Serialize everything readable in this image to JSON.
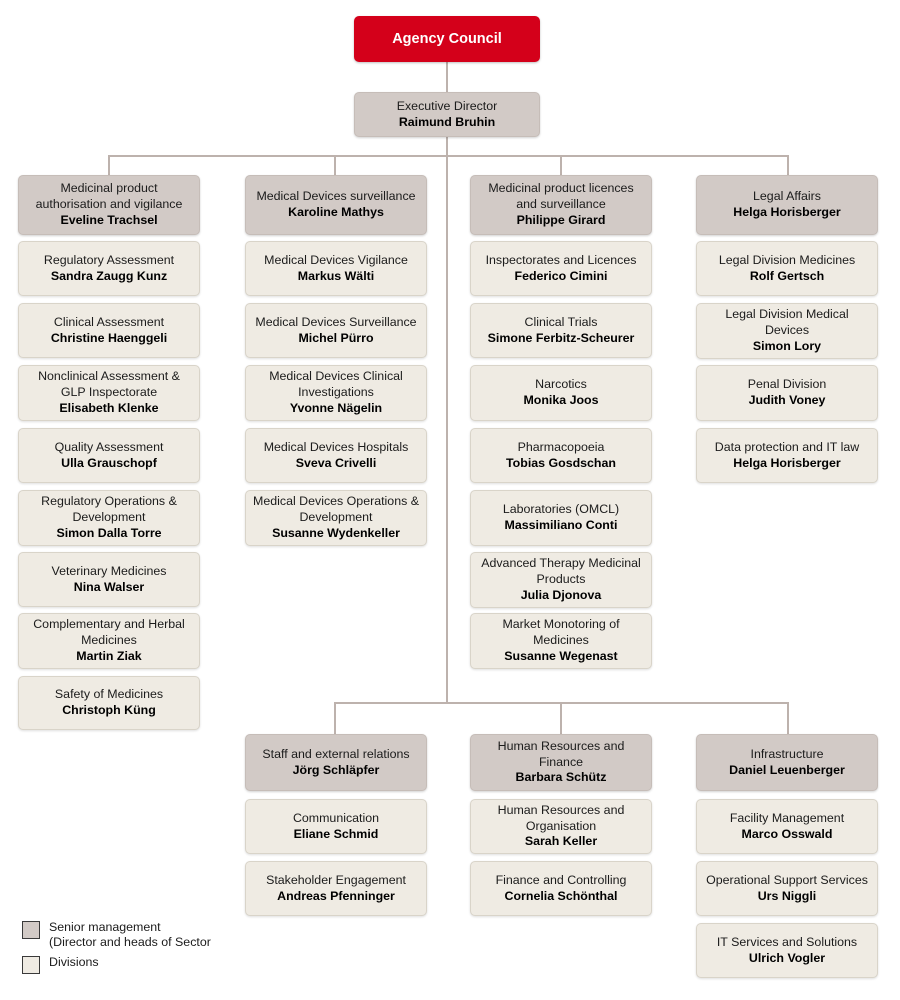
{
  "root": {
    "unit": "Agency Council",
    "person": ""
  },
  "executive": {
    "unit": "Executive Director",
    "person": "Raimund Bruhin"
  },
  "legend": {
    "senior_line1": "Senior management",
    "senior_line2": "(Director and heads of Sector",
    "divisions": "Divisions"
  },
  "colors": {
    "root_red": "#d4001a",
    "senior_grey": "#d2cac6",
    "division_cream": "#efebe3",
    "connector": "#bdb2ad"
  },
  "columns": [
    {
      "id": "medicinal-product-authorisation-and-vigilance",
      "head": {
        "unit": "Medicinal product authorisation and vigilance",
        "person": "Eveline Trachsel"
      },
      "divisions": [
        {
          "unit": "Regulatory Assessment",
          "person": "Sandra Zaugg Kunz"
        },
        {
          "unit": "Clinical Assessment",
          "person": "Christine Haenggeli"
        },
        {
          "unit": "Nonclinical Assessment & GLP Inspectorate",
          "person": "Elisabeth Klenke"
        },
        {
          "unit": "Quality Assessment",
          "person": "Ulla Grauschopf"
        },
        {
          "unit": "Regulatory Operations & Development",
          "person": "Simon Dalla Torre"
        },
        {
          "unit": "Veterinary Medicines",
          "person": "Nina Walser"
        },
        {
          "unit": "Complementary and Herbal Medicines",
          "person": "Martin Ziak"
        },
        {
          "unit": "Safety of Medicines",
          "person": "Christoph Küng"
        }
      ]
    },
    {
      "id": "medical-devices-surveillance",
      "head": {
        "unit": "Medical Devices surveillance",
        "person": "Karoline Mathys"
      },
      "divisions": [
        {
          "unit": "Medical Devices Vigilance",
          "person": "Markus Wälti"
        },
        {
          "unit": "Medical Devices Surveillance",
          "person": "Michel Pürro"
        },
        {
          "unit": "Medical Devices Clinical Investigations",
          "person": "Yvonne Nägelin"
        },
        {
          "unit": "Medical Devices Hospitals",
          "person": "Sveva Crivelli"
        },
        {
          "unit": "Medical Devices Operations & Development",
          "person": "Susanne Wydenkeller"
        }
      ]
    },
    {
      "id": "medicinal-product-licences-and-surveillance",
      "head": {
        "unit": "Medicinal product licences and surveillance",
        "person": "Philippe Girard"
      },
      "divisions": [
        {
          "unit": "Inspectorates and Licences",
          "person": "Federico Cimini"
        },
        {
          "unit": "Clinical Trials",
          "person": "Simone Ferbitz-Scheurer"
        },
        {
          "unit": "Narcotics",
          "person": "Monika Joos"
        },
        {
          "unit": "Pharmacopoeia",
          "person": "Tobias Gosdschan"
        },
        {
          "unit": "Laboratories (OMCL)",
          "person": "Massimiliano Conti"
        },
        {
          "unit": "Advanced Therapy Medicinal Products",
          "person": "Julia Djonova"
        },
        {
          "unit": "Market Monotoring of Medicines",
          "person": "Susanne Wegenast"
        }
      ]
    },
    {
      "id": "legal-affairs",
      "head": {
        "unit": "Legal Affairs",
        "person": "Helga Horisberger"
      },
      "divisions": [
        {
          "unit": "Legal Division Medicines",
          "person": "Rolf Gertsch"
        },
        {
          "unit": "Legal Division Medical Devices",
          "person": "Simon Lory"
        },
        {
          "unit": "Penal Division",
          "person": "Judith Voney"
        },
        {
          "unit": "Data protection and IT law",
          "person": "Helga Horisberger"
        }
      ]
    }
  ],
  "bottom_columns": [
    {
      "id": "staff-and-external-relations",
      "head": {
        "unit": "Staff and external relations",
        "person": "Jörg Schläpfer"
      },
      "divisions": [
        {
          "unit": "Communication",
          "person": "Eliane Schmid"
        },
        {
          "unit": "Stakeholder Engagement",
          "person": "Andreas Pfenninger"
        }
      ]
    },
    {
      "id": "human-resources-and-finance",
      "head": {
        "unit": "Human Resources and Finance",
        "person": "Barbara Schütz"
      },
      "divisions": [
        {
          "unit": "Human Resources and Organisation",
          "person": "Sarah Keller"
        },
        {
          "unit": "Finance and Controlling",
          "person": "Cornelia Schönthal"
        }
      ]
    },
    {
      "id": "infrastructure",
      "head": {
        "unit": "Infrastructure",
        "person": "Daniel Leuenberger"
      },
      "divisions": [
        {
          "unit": "Facility Management",
          "person": "Marco Osswald"
        },
        {
          "unit": "Operational Support Services",
          "person": "Urs Niggli"
        },
        {
          "unit": "IT Services and Solutions",
          "person": "Ulrich Vogler"
        }
      ]
    }
  ]
}
